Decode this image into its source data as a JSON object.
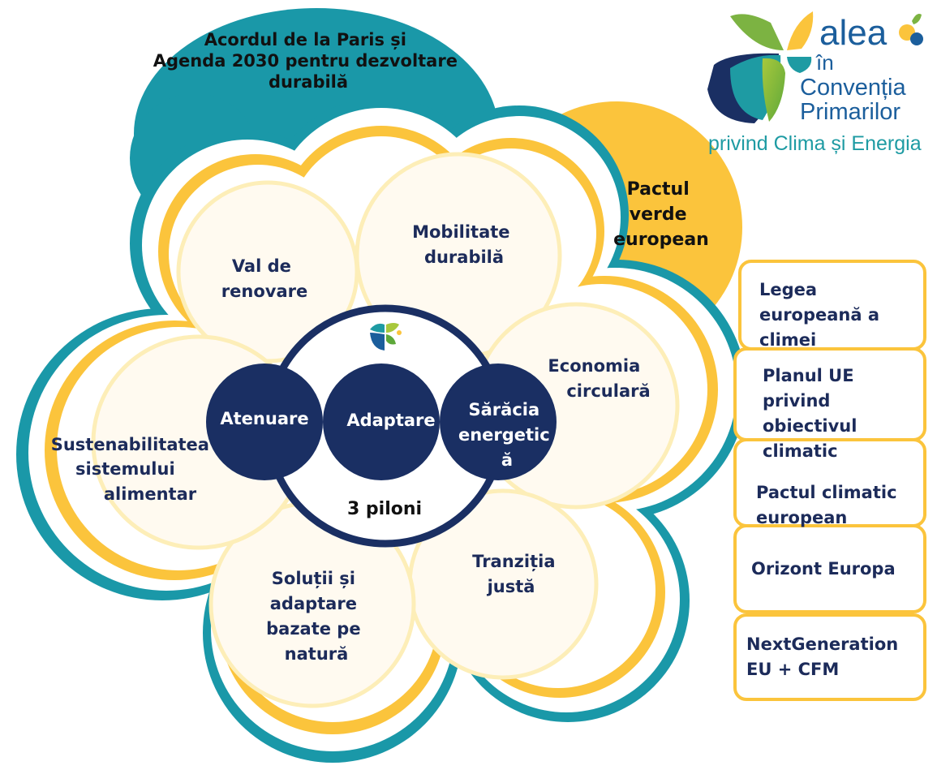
{
  "colors": {
    "teal": "#1a98a8",
    "yellow": "#fbc43c",
    "light_yellow": "#fdf1c7",
    "cream": "#fffaf0",
    "navy": "#1a2f63",
    "logo_text_blue": "#1b5e9c",
    "logo_text_teal": "#1e9ba3"
  },
  "logo": {
    "brand": "alea",
    "line1": "în",
    "line2": "Convenția",
    "line3": "Primarilor",
    "line4": "privind Clima și Energia"
  },
  "top_cloud": {
    "line1": "Acordul de la Paris și",
    "line2": "Agenda 2030 pentru dezvoltare",
    "line3": "durabilă"
  },
  "green_deal": {
    "line1": "Pactul",
    "line2": "verde",
    "line3": "european"
  },
  "petals": {
    "renovation": [
      "Val de",
      "renovare"
    ],
    "mobility": [
      "Mobilitate",
      "durabilă"
    ],
    "circular": [
      "Economia",
      "circulară"
    ],
    "food": [
      "Sustenabilitatea",
      "sistemului",
      "alimentar"
    ],
    "nature": [
      "Soluții și",
      "adaptare",
      "bazate pe",
      "natură"
    ],
    "transition": [
      "Tranziția",
      "justă"
    ]
  },
  "pillars": {
    "label": "3 piloni",
    "items": [
      {
        "lines": [
          "Atenuare"
        ]
      },
      {
        "lines": [
          "Adaptare"
        ]
      },
      {
        "lines": [
          "Sărăcia",
          "energetic",
          "ă"
        ]
      }
    ]
  },
  "side_boxes": [
    {
      "lines": [
        "Legea",
        "europeană a",
        "climei"
      ]
    },
    {
      "lines": [
        "Planul UE",
        "privind",
        "obiectivul",
        "climatic"
      ]
    },
    {
      "lines": [
        "Pactul climatic",
        "european"
      ]
    },
    {
      "lines": [
        "Orizont Europa"
      ]
    },
    {
      "lines": [
        "NextGeneration",
        "EU + CFM"
      ]
    }
  ]
}
